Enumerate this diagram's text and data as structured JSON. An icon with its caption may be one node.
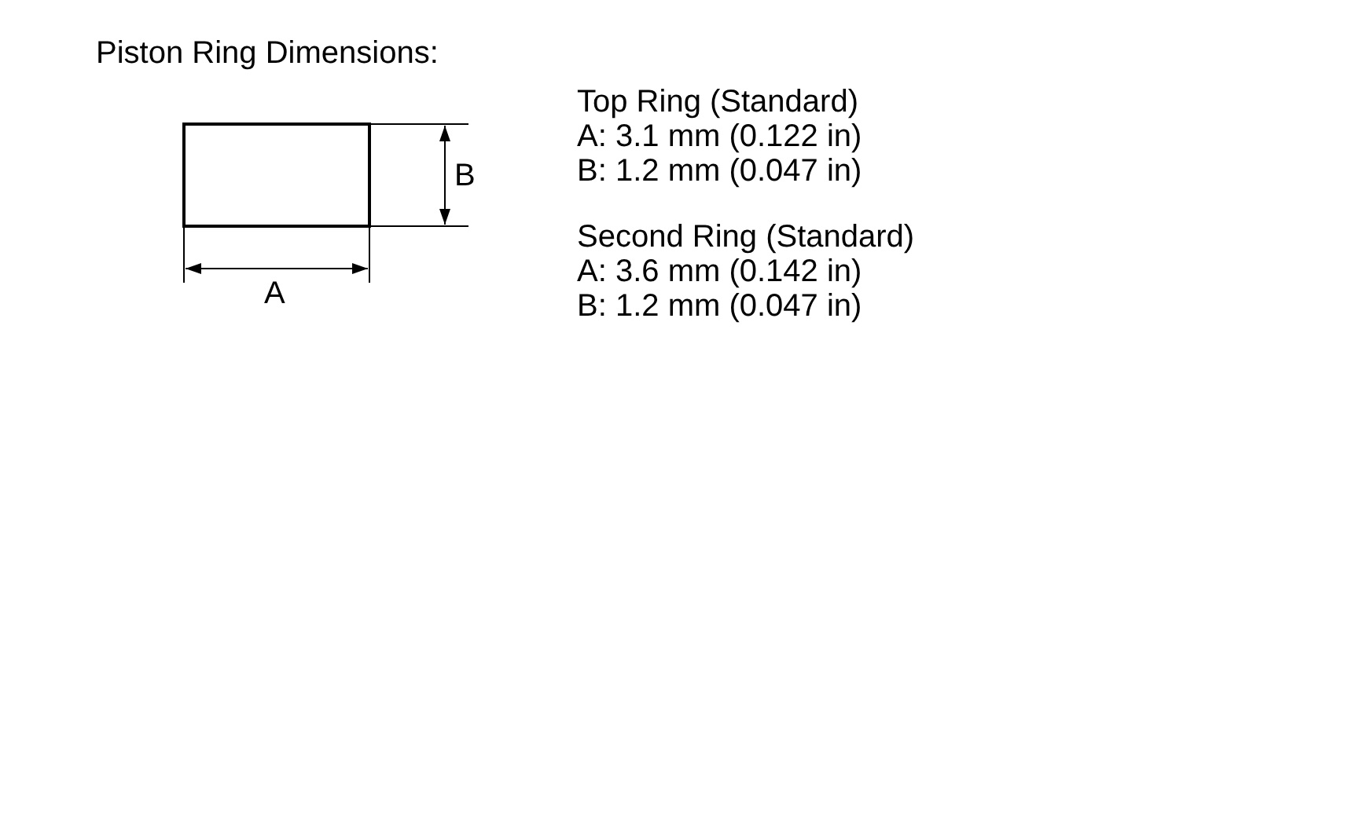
{
  "diagram": {
    "title": "Piston Ring Dimensions:",
    "labels": [
      "B",
      "A",
      "Top Ring (Standard)",
      "A: 3.1 mm (0.122 in)",
      "B: 1.2 mm (0.047 in)",
      "Second Ring (Standard)",
      "A: 3.6 mm (0.142 in)",
      "B: 1.2 mm (0.047 in)"
    ]
  }
}
